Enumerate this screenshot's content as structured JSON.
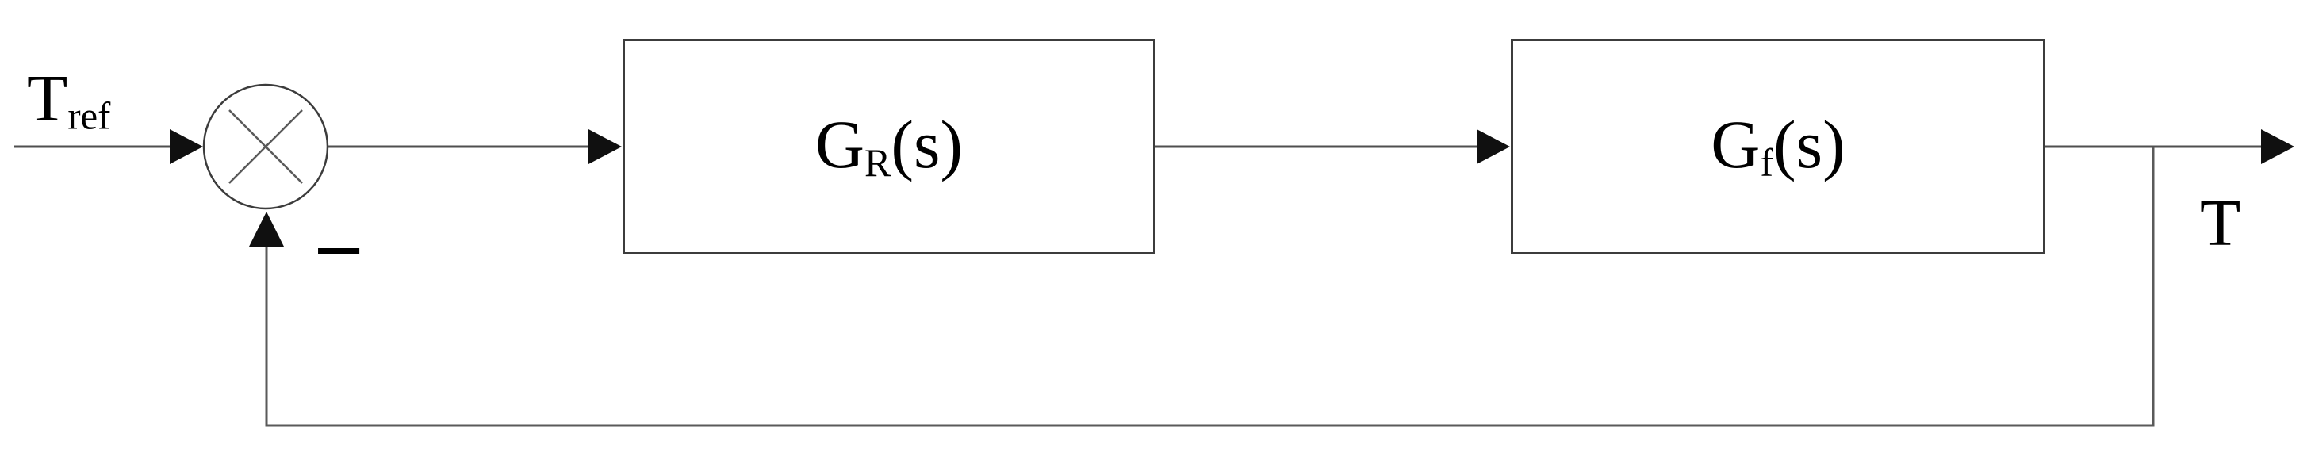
{
  "diagram": {
    "input_label": {
      "base": "T",
      "sub": "ref"
    },
    "summing_junction": {
      "icon": "circle-with-multiply-cross-icon",
      "feedback_sign": "−"
    },
    "blocks": [
      {
        "base": "G",
        "sub": "R",
        "suffix": "(s)"
      },
      {
        "base": "G",
        "sub": "f",
        "suffix": "(s)"
      }
    ],
    "output_label": "T",
    "colors": {
      "line": "#4f4f4f",
      "block_border": "#3c3c3c",
      "arrowhead": "#101010",
      "text": "#000000",
      "background": "#ffffff"
    }
  }
}
